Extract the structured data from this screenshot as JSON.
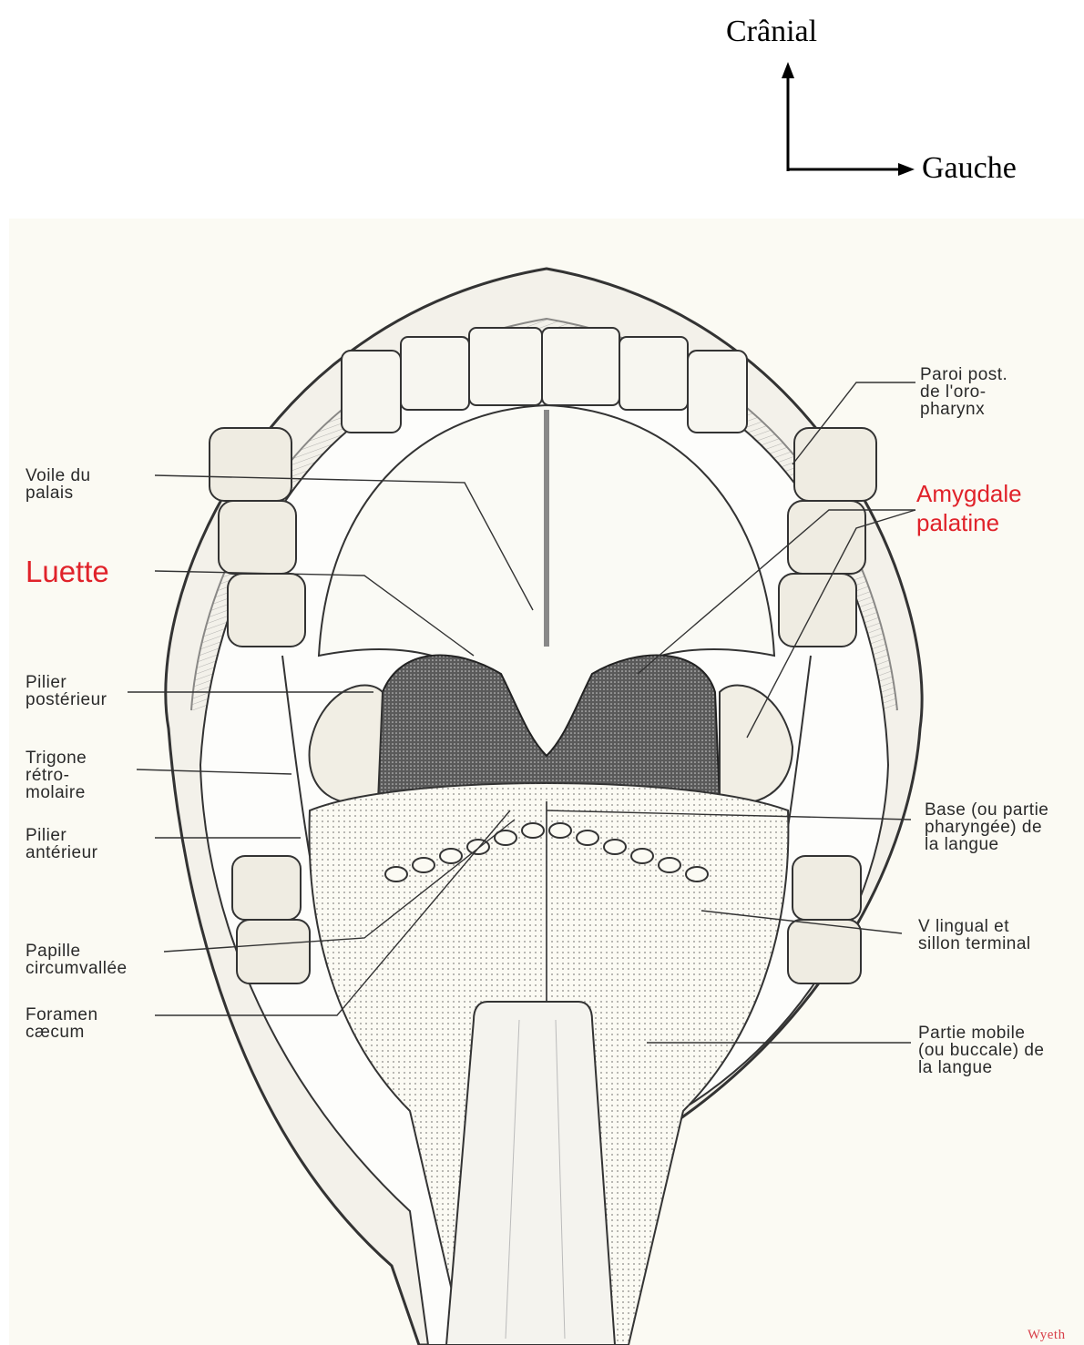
{
  "orientation": {
    "cranial_label": "Crânial",
    "left_label": "Gauche"
  },
  "labels": {
    "voile": "Voile du\npalais",
    "luette": "Luette",
    "pilier_post": "Pilier\npostérieur",
    "trigone": "Trigone\nrétro-\nmolaire",
    "pilier_ant": "Pilier\nantérieur",
    "papille": "Papille\ncircumvallée",
    "foramen": "Foramen\ncæcum",
    "paroi": "Paroi post.\nde l'oro-\npharynx",
    "amygdale": "Amygdale\npalatine",
    "base": "Base (ou partie\npharyngée) de\nla langue",
    "v_lingual": "V lingual et\nsillon terminal",
    "partie_mobile": "Partie mobile\n(ou buccale) de\nla langue"
  },
  "signature": "Wyeth",
  "colors": {
    "highlight": "#e0222a",
    "ink": "#2a2a2a",
    "paper": "#fbfaf3"
  }
}
